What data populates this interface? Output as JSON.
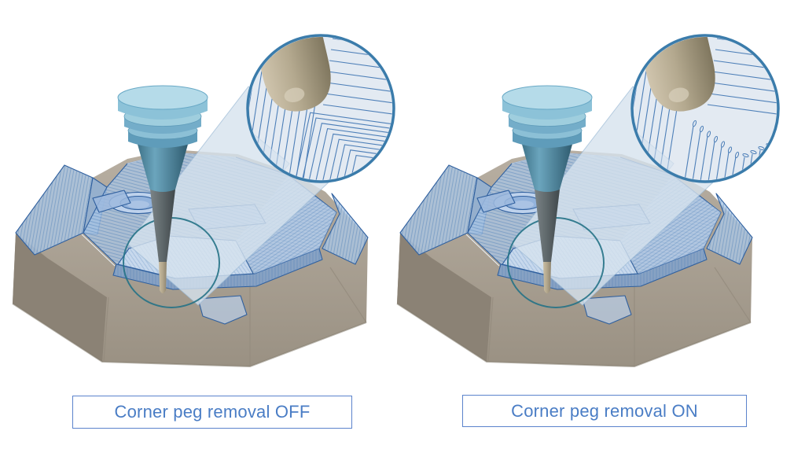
{
  "panels": [
    {
      "id": "off",
      "label": "Corner peg removal OFF"
    },
    {
      "id": "on",
      "label": "Corner peg removal ON"
    }
  ],
  "colors": {
    "background": "#ffffff",
    "label_text": "#4a7dc5",
    "label_border": "#5b83cc",
    "magnifier_border": "#3b7cab",
    "magnifier_fill": "#e3eaf2",
    "toolpath_line": "#4d7fb8",
    "machined_surface": "#aac6e6",
    "surface_edge": "#2f5f9e",
    "stock_material": "#a59c8d",
    "tool_holder": "#9fcede",
    "tool_taper": "#3d7187",
    "tool_shank": "#5d6569",
    "tool_tip": "#b4a98f",
    "zoom_source_circle": "#257286",
    "zoom_funnel": "#d6e2ee"
  }
}
